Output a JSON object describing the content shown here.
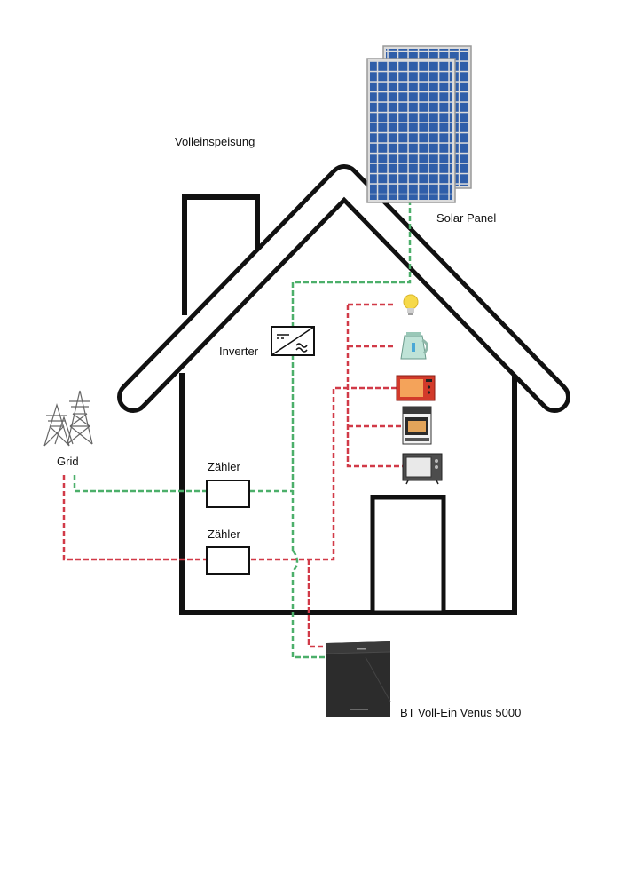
{
  "title": "Volleinspeisung",
  "labels": {
    "solar_panel": "Solar Panel",
    "inverter": "Inverter",
    "grid": "Grid",
    "meter_top": "Zähler",
    "meter_bottom": "Zähler",
    "battery": "BT Voll-Ein Venus 5000"
  },
  "colors": {
    "green_line": "#4caf6a",
    "red_line": "#d13a48",
    "panel_blue": "#2e5aa8",
    "house_outline": "#111111"
  },
  "icons": [
    "solar-panel-icon",
    "inverter-icon",
    "grid-tower-icon",
    "meter-icon",
    "battery-icon",
    "light-bulb-icon",
    "kettle-icon",
    "microwave-icon",
    "oven-icon",
    "tv-icon"
  ]
}
